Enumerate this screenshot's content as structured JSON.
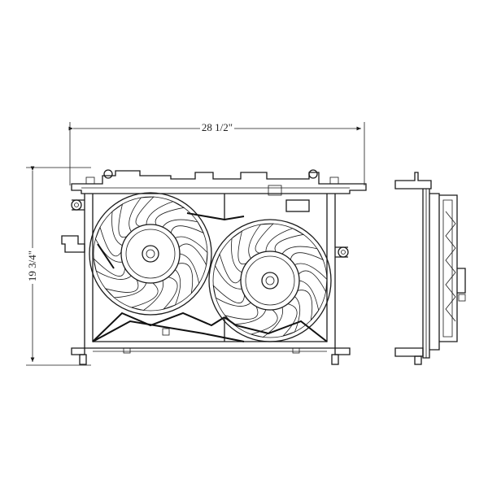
{
  "dimensions": {
    "width_label": "28 1/2\"",
    "height_label": "19 3/4\""
  },
  "colors": {
    "line": "#1a1a1a",
    "background": "#ffffff"
  },
  "views": [
    "front-view",
    "side-view"
  ]
}
